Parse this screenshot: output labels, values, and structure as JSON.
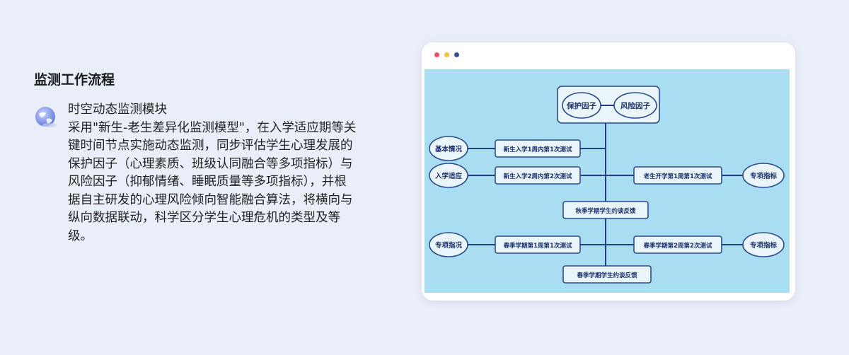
{
  "section": {
    "title": "监测工作流程"
  },
  "module": {
    "icon": "globe-icon",
    "heading": "时空动态监测模块",
    "body": "采用\"新生-老生差异化监测模型\"，在入学适应期等关键时间节点实施动态监测，同步评估学生心理发展的保护因子（心理素质、班级认同融合等多项指标）与风险因子（抑郁情绪、睡眠质量等多项指标），并根据自主研发的心理风险倾向智能融合算法，将横向与纵向数据联动，科学区分学生心理危机的类型及等级。"
  },
  "window": {
    "dots": [
      "#f0506e",
      "#f5c13d",
      "#3b4fa0"
    ]
  },
  "flowchart": {
    "colors": {
      "background": "#a9def2",
      "box_fill": "#eaf4fb",
      "box_stroke": "#2b4a8c",
      "line": "#1f3f86",
      "text": "#1a2f6b"
    },
    "top_group": {
      "protect": "保护因子",
      "risk": "风险因子"
    },
    "left_ovals": [
      "基本情况",
      "入学适应",
      "专项指况"
    ],
    "right_ovals": [
      "专项指标",
      "专项指标"
    ],
    "center_boxes": [
      "新生入学1周内第1次测试",
      "新生入学2周内第2次测试",
      "秋季学期学生约谈反馈",
      "春季学期第1周第1次测试",
      "春季学期学生约谈反馈"
    ],
    "right_boxes": [
      "老生开学第1周第1次测试",
      "春季学期第2周第2次测试"
    ]
  }
}
